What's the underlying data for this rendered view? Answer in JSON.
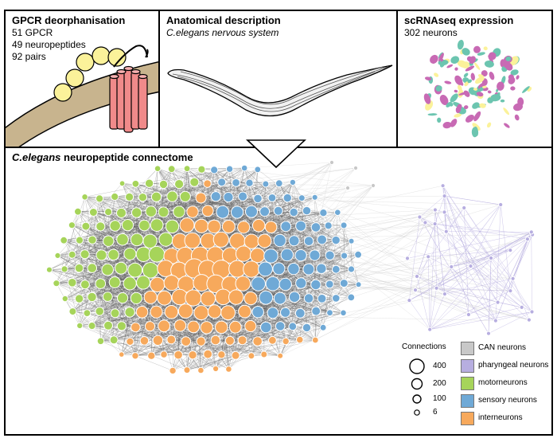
{
  "panels": {
    "gpcr": {
      "title": "GPCR deorphanisation",
      "lines": [
        "51 GPCR",
        "49 neuropeptides",
        "92 pairs"
      ]
    },
    "anatomy": {
      "title": "Anatomical description",
      "subtitle": "C.elegans nervous system"
    },
    "scrnaseq": {
      "title": "scRNAseq expression",
      "subtitle": "302 neurons"
    },
    "connectome": {
      "title_species": "C.elegans",
      "title_rest": " neuropeptide connectome"
    }
  },
  "legend": {
    "connections_title": "Connections",
    "sizes": [
      "400",
      "200",
      "100",
      "6"
    ],
    "categories": [
      {
        "label": "CAN neurons",
        "color": "#c8c8c8"
      },
      {
        "label": "pharyngeal neurons",
        "color": "#b7aee0"
      },
      {
        "label": "motorneurons",
        "color": "#a6d45a"
      },
      {
        "label": "sensory neurons",
        "color": "#6fa9d6"
      },
      {
        "label": "interneurons",
        "color": "#f7a95c"
      }
    ]
  },
  "colors": {
    "motor": "#a6d45a",
    "sensory": "#6fa9d6",
    "inter": "#f7a95c",
    "pharyngeal": "#b7aee0",
    "can": "#c8c8c8",
    "receptor": "#f08a8a",
    "peptide": "#fbf29a",
    "membrane": "#c8b48e",
    "umap_pink": "#c86ab4",
    "umap_teal": "#6cc5b0",
    "umap_yellow": "#fbf29a"
  }
}
